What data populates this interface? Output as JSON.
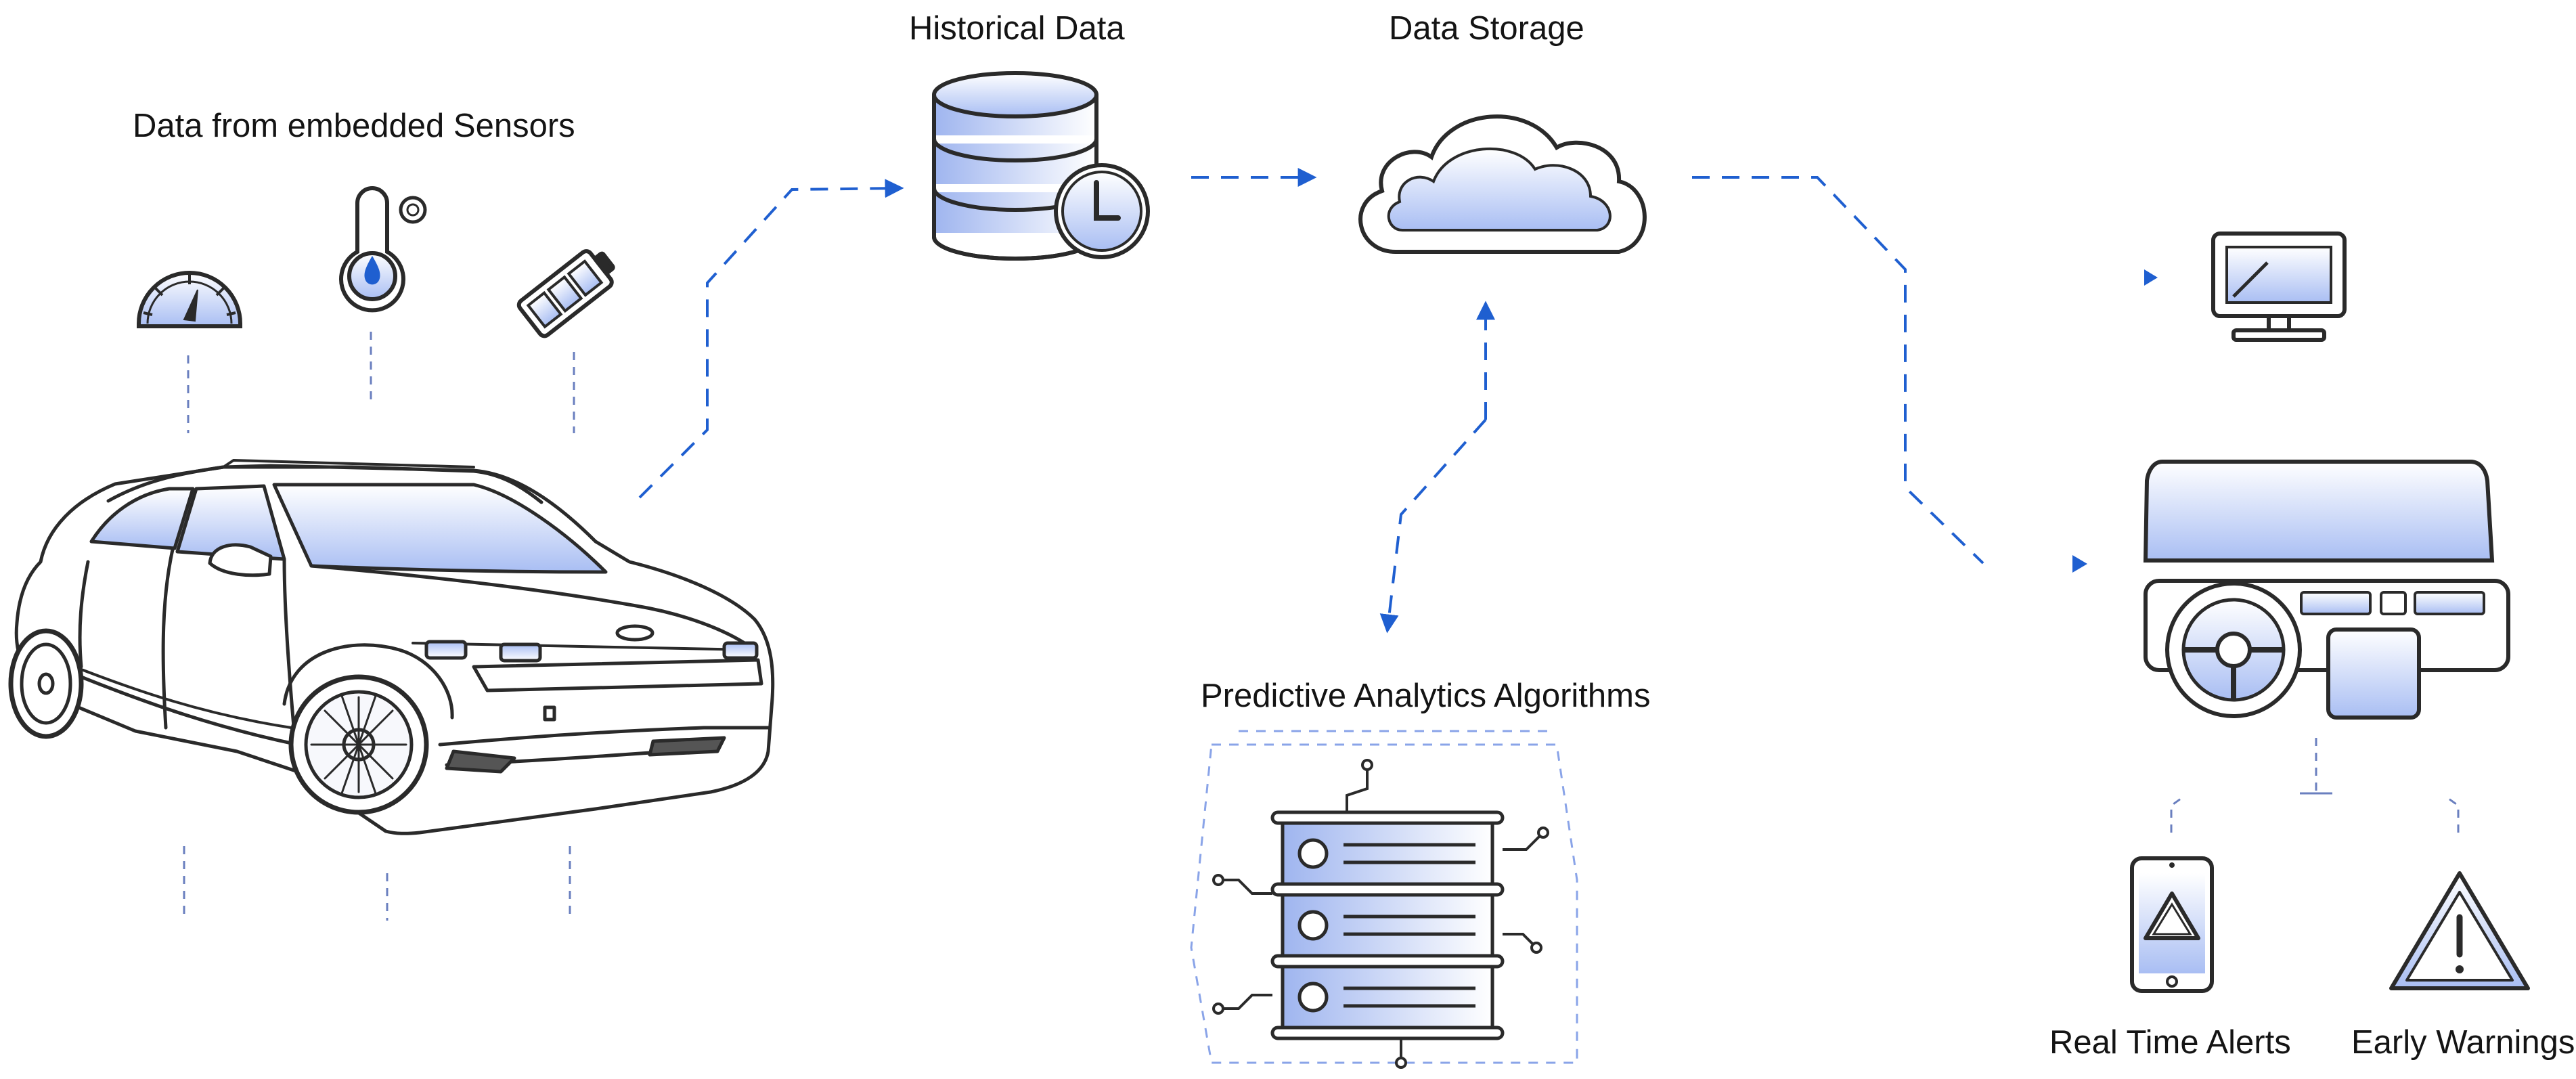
{
  "labels": {
    "sensors": "Data from embedded Sensors",
    "historical": "Historical Data",
    "storage": "Data Storage",
    "analytics": "Predictive Analytics Algorithms",
    "realtime": "Real Time Alerts",
    "early": "Early Warnings"
  },
  "icons": [
    "speedometer-icon",
    "thermometer-icon",
    "battery-icon",
    "database-clock-icon",
    "cloud-icon",
    "server-rack-icon",
    "monitor-icon",
    "car-dashboard-icon",
    "phone-alert-icon",
    "warning-icon",
    "electric-suv-illustration"
  ],
  "colors": {
    "accent": "#1f5fd0",
    "line": "#222222",
    "fill_light": "#eef2fd",
    "fill_mid": "#9fb5ef"
  }
}
